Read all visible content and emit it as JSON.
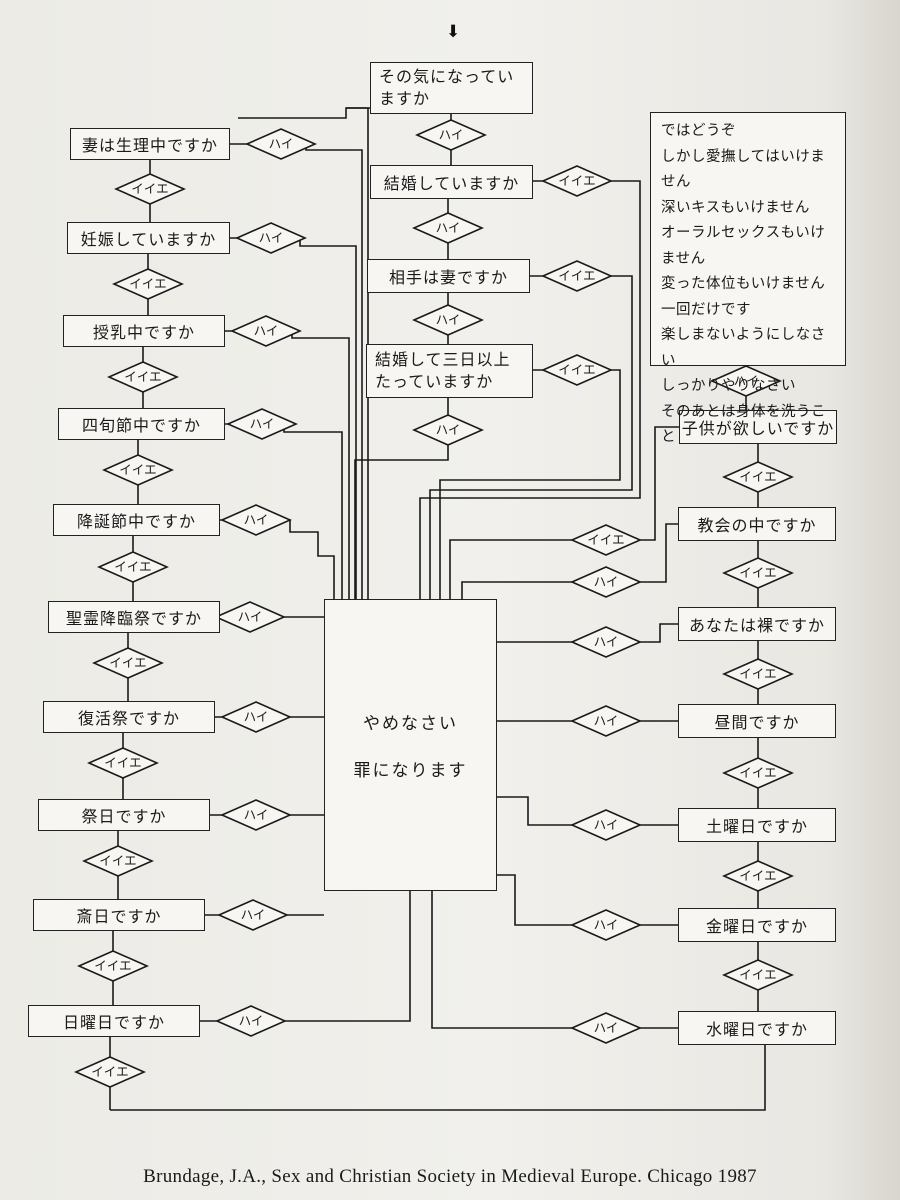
{
  "left_column": [
    "妻は生理中ですか",
    "妊娠していますか",
    "授乳中ですか",
    "四旬節中ですか",
    "降誕節中ですか",
    "聖霊降臨祭ですか",
    "復活祭ですか",
    "祭日ですか",
    "斎日ですか",
    "日曜日ですか"
  ],
  "center_column": [
    "その気になってい\nますか",
    "結婚していますか",
    "相手は妻ですか",
    "結婚して三日以上\nたっていますか"
  ],
  "right_column": [
    "子供が欲しいですか",
    "教会の中ですか",
    "あなたは裸ですか",
    "昼間ですか",
    "土曜日ですか",
    "金曜日ですか",
    "水曜日ですか"
  ],
  "outcome": {
    "line1": "やめなさい",
    "line2": "罪になります"
  },
  "allowed_note": "ではどうぞ\nしかし愛撫してはいけません\n深いキスもいけません\nオーラルセックスもいけません\n変った体位もいけません\n一回だけです\n楽しまないようにしなさい\nしっかりやりなさい\nそのあとは身体を洗うこと",
  "labels": {
    "yes": "ハイ",
    "no": "イイエ"
  },
  "start_arrow": "⬇",
  "citation": "Brundage, J.A., Sex and Christian Society in Medieval Europe. Chicago 1987"
}
